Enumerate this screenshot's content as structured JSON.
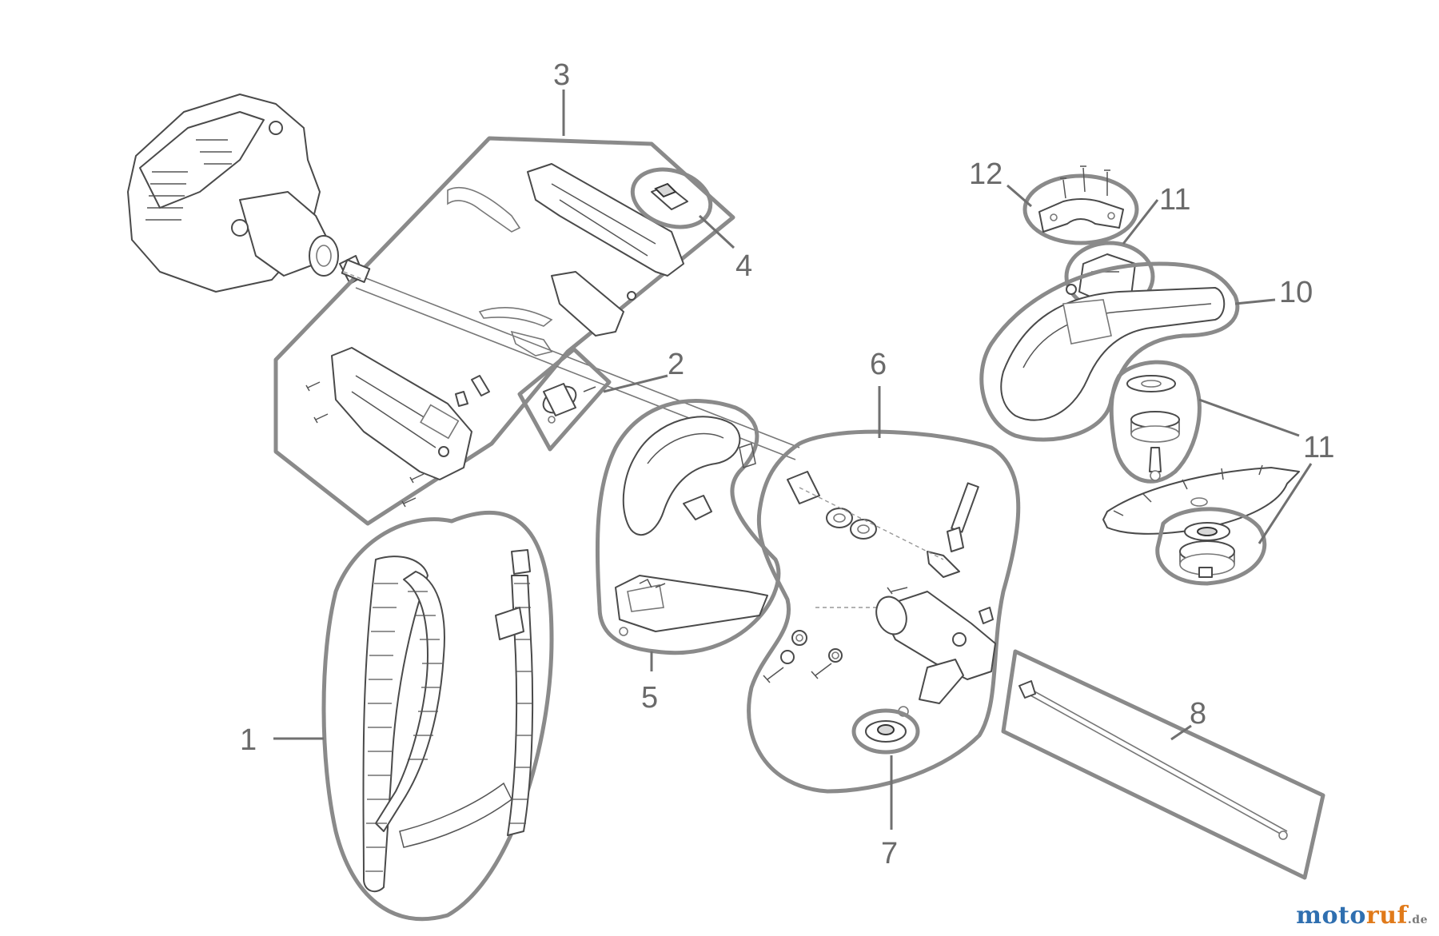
{
  "callouts": [
    {
      "id": "1",
      "label": "1"
    },
    {
      "id": "2",
      "label": "2"
    },
    {
      "id": "3",
      "label": "3"
    },
    {
      "id": "4",
      "label": "4"
    },
    {
      "id": "5",
      "label": "5"
    },
    {
      "id": "6",
      "label": "6"
    },
    {
      "id": "7",
      "label": "7"
    },
    {
      "id": "8",
      "label": "8"
    },
    {
      "id": "10",
      "label": "10"
    },
    {
      "id": "11a",
      "label": "11"
    },
    {
      "id": "11b",
      "label": "11"
    },
    {
      "id": "11c",
      "label": "11"
    },
    {
      "id": "12",
      "label": "12"
    }
  ],
  "watermark": {
    "part1": "moto",
    "part2": "ruf",
    "suffix": ".de"
  },
  "colors": {
    "outline": "#8a8a8a",
    "line": "#4a4a4a",
    "label": "#6a6a6a",
    "watermark_blue": "#2f6fb0",
    "watermark_orange": "#e07a1a"
  }
}
